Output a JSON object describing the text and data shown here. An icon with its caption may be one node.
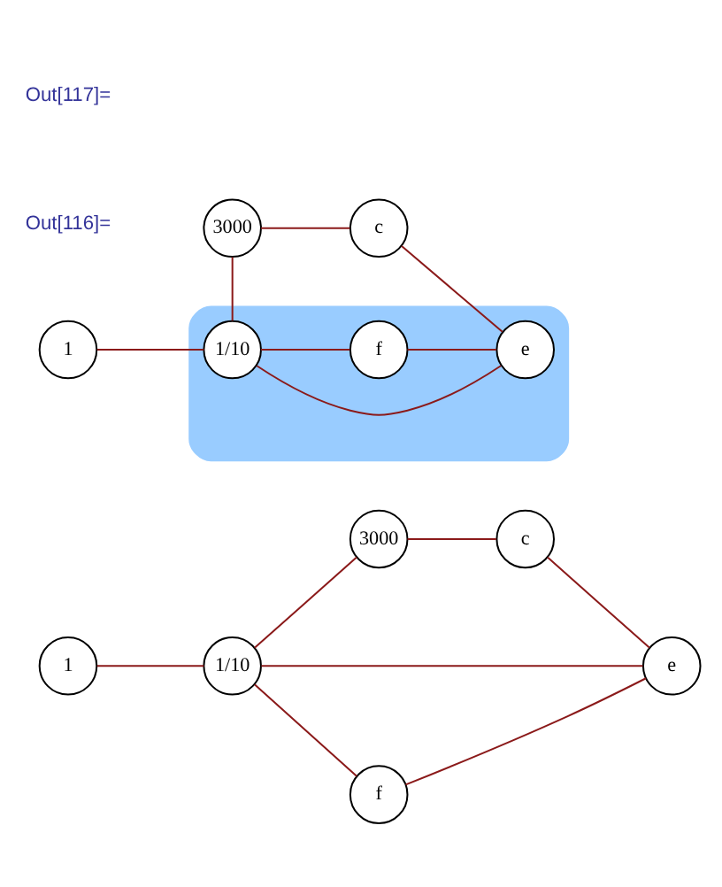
{
  "diagram": {
    "nodes": [
      {
        "text": [
          "1"
        ]
      },
      {
        "text": [
          "1/10"
        ]
      },
      {
        "text": [
          "3000"
        ]
      },
      {
        "text": [
          "c"
        ]
      },
      {
        "text": [
          "e"
        ]
      },
      {
        "text": [
          "f"
        ]
      },
      {
        "text": [],
        "shape": "blob"
      },
      {
        "text": [
          "1"
        ]
      },
      {
        "text": [
          "1/10"
        ],
        "in": 6
      },
      {
        "text": [
          "3000"
        ]
      },
      {
        "text": [
          "c"
        ]
      },
      {
        "text": [
          "e"
        ],
        "in": 6
      },
      {
        "text": [
          "f"
        ],
        "in": 6
      }
    ],
    "edges": [
      {
        "from": 0,
        "to": 1,
        "arrow": "none"
      },
      {
        "from": 1,
        "to": 2,
        "arrow": "none"
      },
      {
        "from": 2,
        "to": 3,
        "arrow": "none"
      },
      {
        "from": 3,
        "to": 4,
        "arrow": "none"
      },
      {
        "from": 1,
        "to": 4,
        "arrow": "none"
      },
      {
        "from": 1,
        "to": 5,
        "arrow": "none"
      },
      {
        "from": 5,
        "to": 4,
        "arrow": "none"
      },
      {
        "from": 7,
        "to": 8,
        "arrow": "none"
      },
      {
        "from": 8,
        "to": 9,
        "arrow": "none"
      },
      {
        "from": 9,
        "to": 10,
        "arrow": "none"
      },
      {
        "from": 10,
        "to": 11,
        "arrow": "none"
      },
      {
        "from": 8,
        "to": 11,
        "arrow": "none"
      },
      {
        "from": 8,
        "to": 12,
        "arrow": "none"
      },
      {
        "from": 12,
        "to": 11,
        "arrow": "none"
      }
    ],
    "labels": [
      "Out[116]=",
      "Out[117]="
    ]
  }
}
